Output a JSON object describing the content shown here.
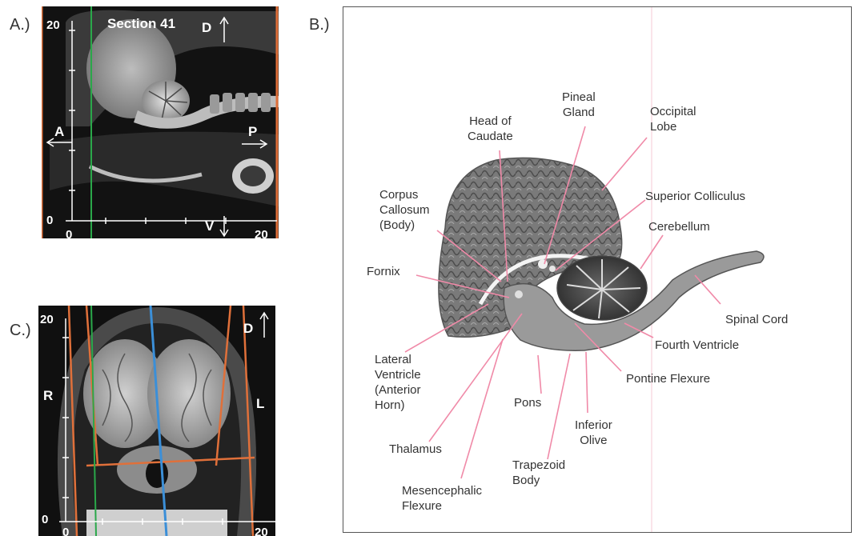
{
  "panels": {
    "a": {
      "letter": "A.)",
      "section_title": "Section 41",
      "dorsal": "D",
      "ventral": "V",
      "anterior": "A",
      "posterior": "P",
      "y_max": "20",
      "y_min": "0",
      "x_min": "0",
      "x_max": "20"
    },
    "b": {
      "letter": "B.)",
      "labels": {
        "pineal_gland": "Pineal\nGland",
        "head_of_caudate": "Head of\nCaudate",
        "occipital_lobe": "Occipital\nLobe",
        "corpus_callosum": "Corpus\nCallosum\n(Body)",
        "superior_colliculus": "Superior Colliculus",
        "cerebellum": "Cerebellum",
        "fornix": "Fornix",
        "spinal_cord": "Spinal Cord",
        "fourth_ventricle": "Fourth Ventricle",
        "lateral_ventricle": "Lateral\nVentricle\n(Anterior\nHorn)",
        "pontine_flexure": "Pontine Flexure",
        "pons": "Pons",
        "inferior_olive": "Inferior\nOlive",
        "thalamus": "Thalamus",
        "trapezoid_body": "Trapezoid\nBody",
        "mesencephalic_flexure": "Mesencephalic\nFlexure"
      }
    },
    "c": {
      "letter": "C.)",
      "dorsal": "D",
      "right": "R",
      "left": "L",
      "y_max": "20",
      "y_min": "0",
      "x_min": "0",
      "x_max": "20"
    }
  },
  "colors": {
    "pointer_line": "#f08aa8",
    "orange_frame": "#e0703a",
    "green_line": "#2aa84a",
    "blue_line": "#3b8fd8",
    "frame": "#555555"
  }
}
